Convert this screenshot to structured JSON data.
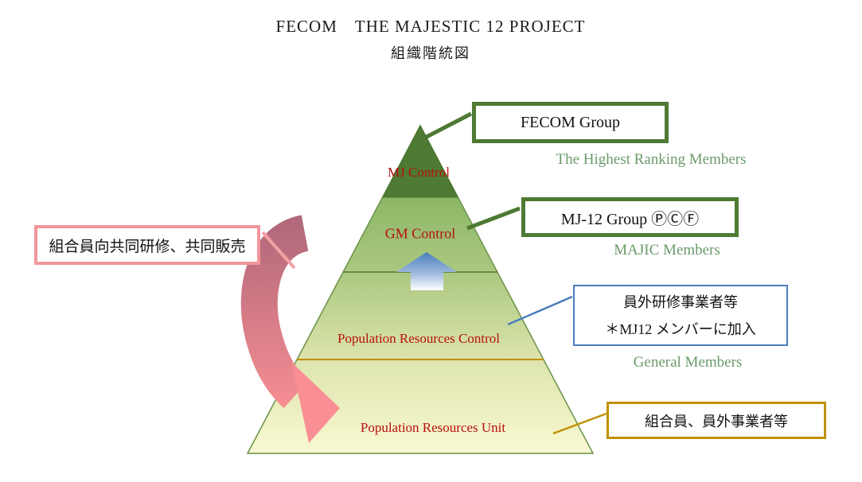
{
  "header": {
    "title": "FECOM　THE MAJESTIC 12 PROJECT",
    "subtitle": "組織階統図"
  },
  "pyramid": {
    "levels": [
      {
        "label": "MJ Control"
      },
      {
        "label": "GM Control"
      },
      {
        "label": "Population Resources Control"
      },
      {
        "label": "Population Resources Unit"
      }
    ]
  },
  "callouts": {
    "fecom_group": {
      "label": "FECOM Group",
      "sublabel": "The Highest Ranking Members"
    },
    "mj12_group": {
      "label": "MJ-12 Group ⓅⒸⒻ",
      "sublabel": "MAJIC Members"
    },
    "outside_trainees": {
      "line1": "員外研修事業者等",
      "line2": "＊MJ12 メンバーに加入",
      "sublabel": "General Members"
    },
    "union_members": {
      "label": "組合員、員外事業者等"
    }
  },
  "left_note": {
    "label": "組合員向共同研修、共同販売"
  },
  "colors": {
    "dark_green": "#4e7a33",
    "pyramid_green_top": "#8cb766",
    "pyramid_yellow_bottom": "#f9f9d2",
    "red_text": "#b80f0e",
    "green_text": "#6b9a6b",
    "blue_accent": "#4a7ebb",
    "gold_accent": "#c09100",
    "pink_accent": "#f2969b",
    "arrow_pink_dark": "#b2697a",
    "arrow_pink_light": "#f98f94",
    "arrow_blue": "#4a7ebc"
  }
}
